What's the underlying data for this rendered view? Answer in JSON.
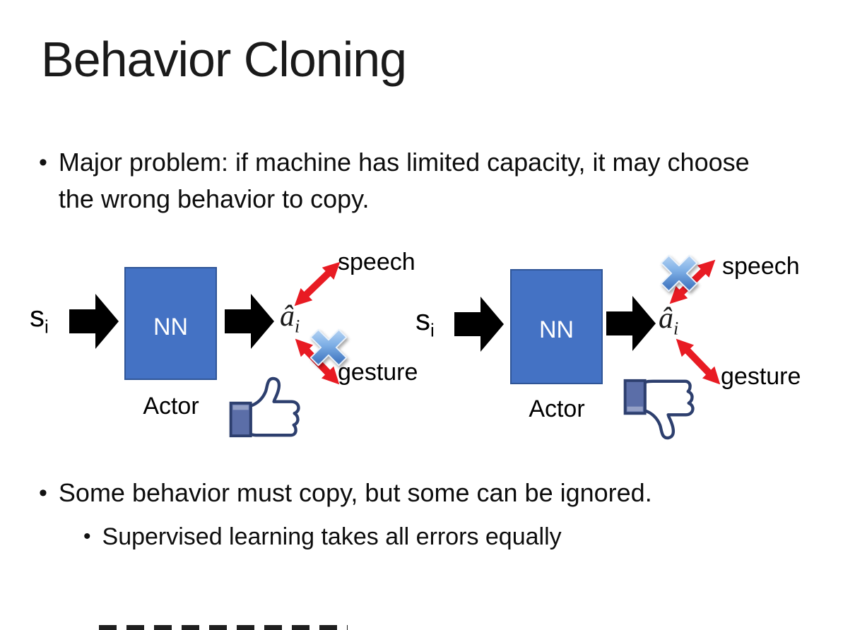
{
  "slide": {
    "title": "Behavior Cloning",
    "bullet_glyph": "•",
    "bullet1": "Major problem: if machine has limited capacity, it may choose the wrong behavior to copy.",
    "bullet2": "Some behavior must copy, but some can be ignored.",
    "sub_bullet": "Supervised learning takes all errors equally"
  },
  "diagrams": [
    {
      "id": "left",
      "input_label": "s",
      "input_sub": "i",
      "box_label": "NN",
      "output_label": "â",
      "output_sub": "i",
      "actor_label": "Actor",
      "branch_top": "speech",
      "branch_bottom": "gesture",
      "crossed_branch": "gesture",
      "feedback": "thumbs-up"
    },
    {
      "id": "right",
      "input_label": "s",
      "input_sub": "i",
      "box_label": "NN",
      "output_label": "â",
      "output_sub": "i",
      "actor_label": "Actor",
      "branch_top": "speech",
      "branch_bottom": "gesture",
      "crossed_branch": "speech",
      "feedback": "thumbs-down"
    }
  ],
  "colors": {
    "box_fill": "#4472C4",
    "box_border": "#2F5597",
    "arrow_black": "#000000",
    "arrow_red": "#E81B23",
    "cross_highlight": "#D9EAFC",
    "cross_mid": "#7FB0E6",
    "cross_dark": "#4479C2",
    "thumb_outline": "#2D3F6E",
    "thumb_sleeve": "#5B6EA8",
    "text": "#0D0D0D"
  }
}
